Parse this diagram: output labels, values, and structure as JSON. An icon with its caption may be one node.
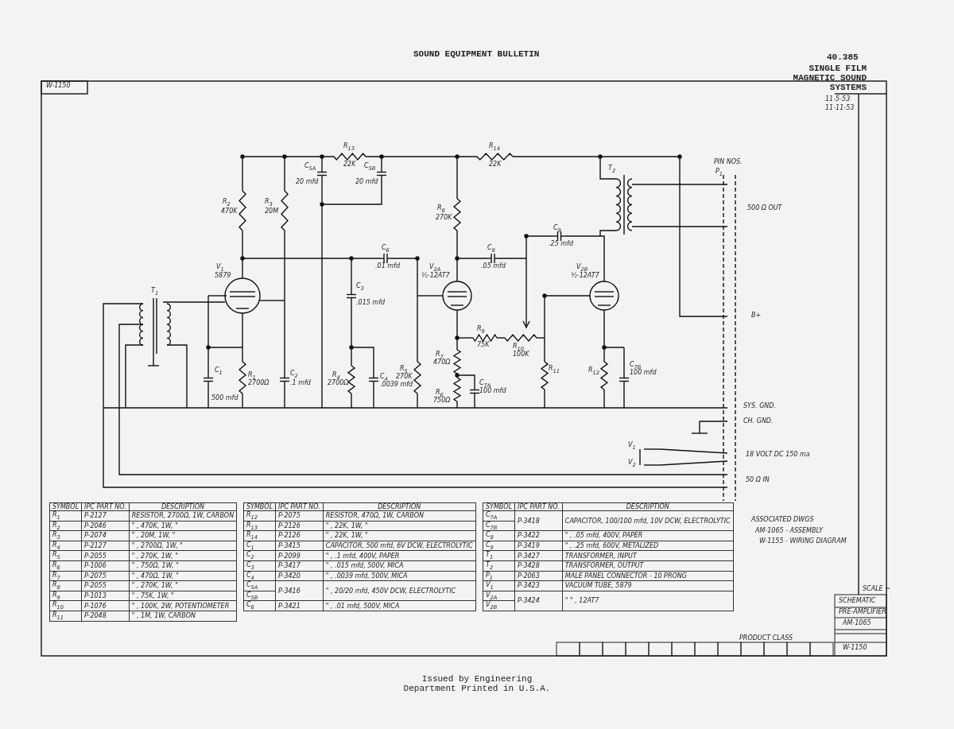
{
  "diagram": {
    "caption": "Issued by Engineering Department Printed in U.S.A.",
    "labels": [
      "SOUND EQUIPMENT BULLETIN",
      "40.385",
      "SINGLE FILM MAGNETIC SOUND SYSTEMS",
      "W-1150",
      "11-5-53",
      "11-11-53",
      "R$_{13}$",
      "22K",
      "R$_{14}$",
      "22K",
      "C$_{5A}$",
      "20 mfd",
      "C$_{5B}$",
      "20 mfd",
      "R$_{2}$",
      "470K",
      "R$_{3}$",
      "20M",
      "R$_{8}$",
      "270K",
      "T$_{2}$",
      "PIN NOS.",
      "P$_{1}$",
      "C$_{9}$",
      ".25 mfd",
      "C$_{8}$",
      ".05 mfd",
      "C$_{6}$",
      ".01 mfd",
      "V$_{1}$",
      "5879",
      "V$_{2A}$",
      "½-12AT7",
      "V$_{2B}$",
      "½-12AT7",
      "T$_{1}$",
      "C$_{3}$",
      ".015 mfd",
      "R$_{9}$",
      "75K",
      "R$_{10}$",
      "100K",
      "R$_{7}$",
      "470Ω",
      "R$_{4}$",
      "2700Ω",
      "C$_{4}$",
      ".0039 mfd",
      "R$_{5}$",
      "270K",
      "R$_{6}$",
      "750Ω",
      "C$_{7A}$",
      "100 mfd",
      "R$_{11}$",
      "R$_{12}$",
      "C$_{7B}$",
      "100 mfd",
      "C$_{1}$",
      "500 mfd",
      "R$_{1}$",
      "2700Ω",
      "C$_{2}$",
      ".1 mfd",
      "500 Ω OUT",
      "B+",
      "SYS. GND.",
      "CH. GND.",
      "18 VOLT DC 150 ma",
      "50 Ω IN",
      "V$_{1}$",
      "V$_{2}$",
      "ASSOCIATED DWGS",
      "AM-1065 - ASSEMBLY",
      "W-1155 - WIRING DIAGRAM",
      "SCALE ~",
      "SCHEMATIC",
      "PRE-AMPLIFIER",
      "AM-1065",
      "PRODUCT CLASS",
      "W-1150",
      "SYMBOL",
      "IPC PART NO.",
      "DESCRIPTION",
      "R$_{1}$",
      "P-2127",
      "RESISTOR, 2700Ω, 1W, CARBON",
      "R$_{2}$",
      "P-2046",
      "\" , 470K, 1W, \"",
      "R$_{3}$",
      "P-2074",
      "\" , 20M, 1W, \"",
      "R$_{4}$",
      "P-2127",
      "\" , 2700Ω, 1W, \"",
      "R$_{5}$",
      "P-2055",
      "\" , 270K, 1W, \"",
      "R$_{6}$",
      "P-1006",
      "\" , 750Ω, 1W, \"",
      "R$_{7}$",
      "P-2075",
      "\" , 470Ω, 1W, \"",
      "R$_{8}$",
      "P-2055",
      "\" , 270K, 1W, \"",
      "R$_{9}$",
      "P-1013",
      "\" , 75K, 1W, \"",
      "R$_{10}$",
      "P-1076",
      "\" , 100K, 2W, POTENTIOMETER",
      "R$_{11}$",
      "P-2048",
      "\" , 1M, 1W, CARBON",
      "SYMBOL",
      "IPC PART NO.",
      "DESCRIPTION",
      "R$_{12}$",
      "P-2075",
      "RESISTOR, 470Ω, 1W, CARBON",
      "R$_{13}$",
      "P-2126",
      "\" , 22K, 1W, \"",
      "R$_{14}$",
      "P-2126",
      "\" , 22K, 1W, \"",
      "C$_{1}$",
      "P-3415",
      "CAPACITOR, 500 mfd, 6V DCW, ELECTROLYTIC",
      "C$_{2}$",
      "P-2099",
      "\" , .1 mfd, 400V, PAPER",
      "C$_{3}$",
      "P-3417",
      "\" , .015 mfd, 500V, MICA",
      "C$_{4}$",
      "P-3420",
      "\" , .0039 mfd, 500V, MICA",
      "C$_{5A}$",
      "P-3416",
      "\" , 20/20 mfd, 450V DCW, ELECTROLYTIC",
      "C$_{5B}$",
      "C$_{6}$",
      "P-3421",
      "\" , .01 mfd, 500V, MICA",
      "SYMBOL",
      "IPC PART NO.",
      "DESCRIPTION",
      "C$_{7A}$",
      "P-3418",
      "CAPACITOR, 100/100 mfd, 10V DCW, ELECTROLYTIC",
      "C$_{7B}$",
      "C$_{8}$",
      "P-3422",
      "\" , .05 mfd, 400V, PAPER",
      "C$_{9}$",
      "P-3419",
      "\" , .25 mfd, 600V, METALIZED",
      "T$_{1}$",
      "P-3427",
      "TRANSFORMER, INPUT",
      "T$_{2}$",
      "P-3428",
      "TRANSFORMER, OUTPUT",
      "P$_{1}$",
      "P-2063",
      "MALE PANEL CONNECTOR - 10 PRONG",
      "V$_{1}$",
      "P-3423",
      "VACUUM TUBE, 5879",
      "V$_{2A}$",
      "P-3424",
      "\" \" , 12AT7",
      "V$_{2B}$"
    ]
  }
}
